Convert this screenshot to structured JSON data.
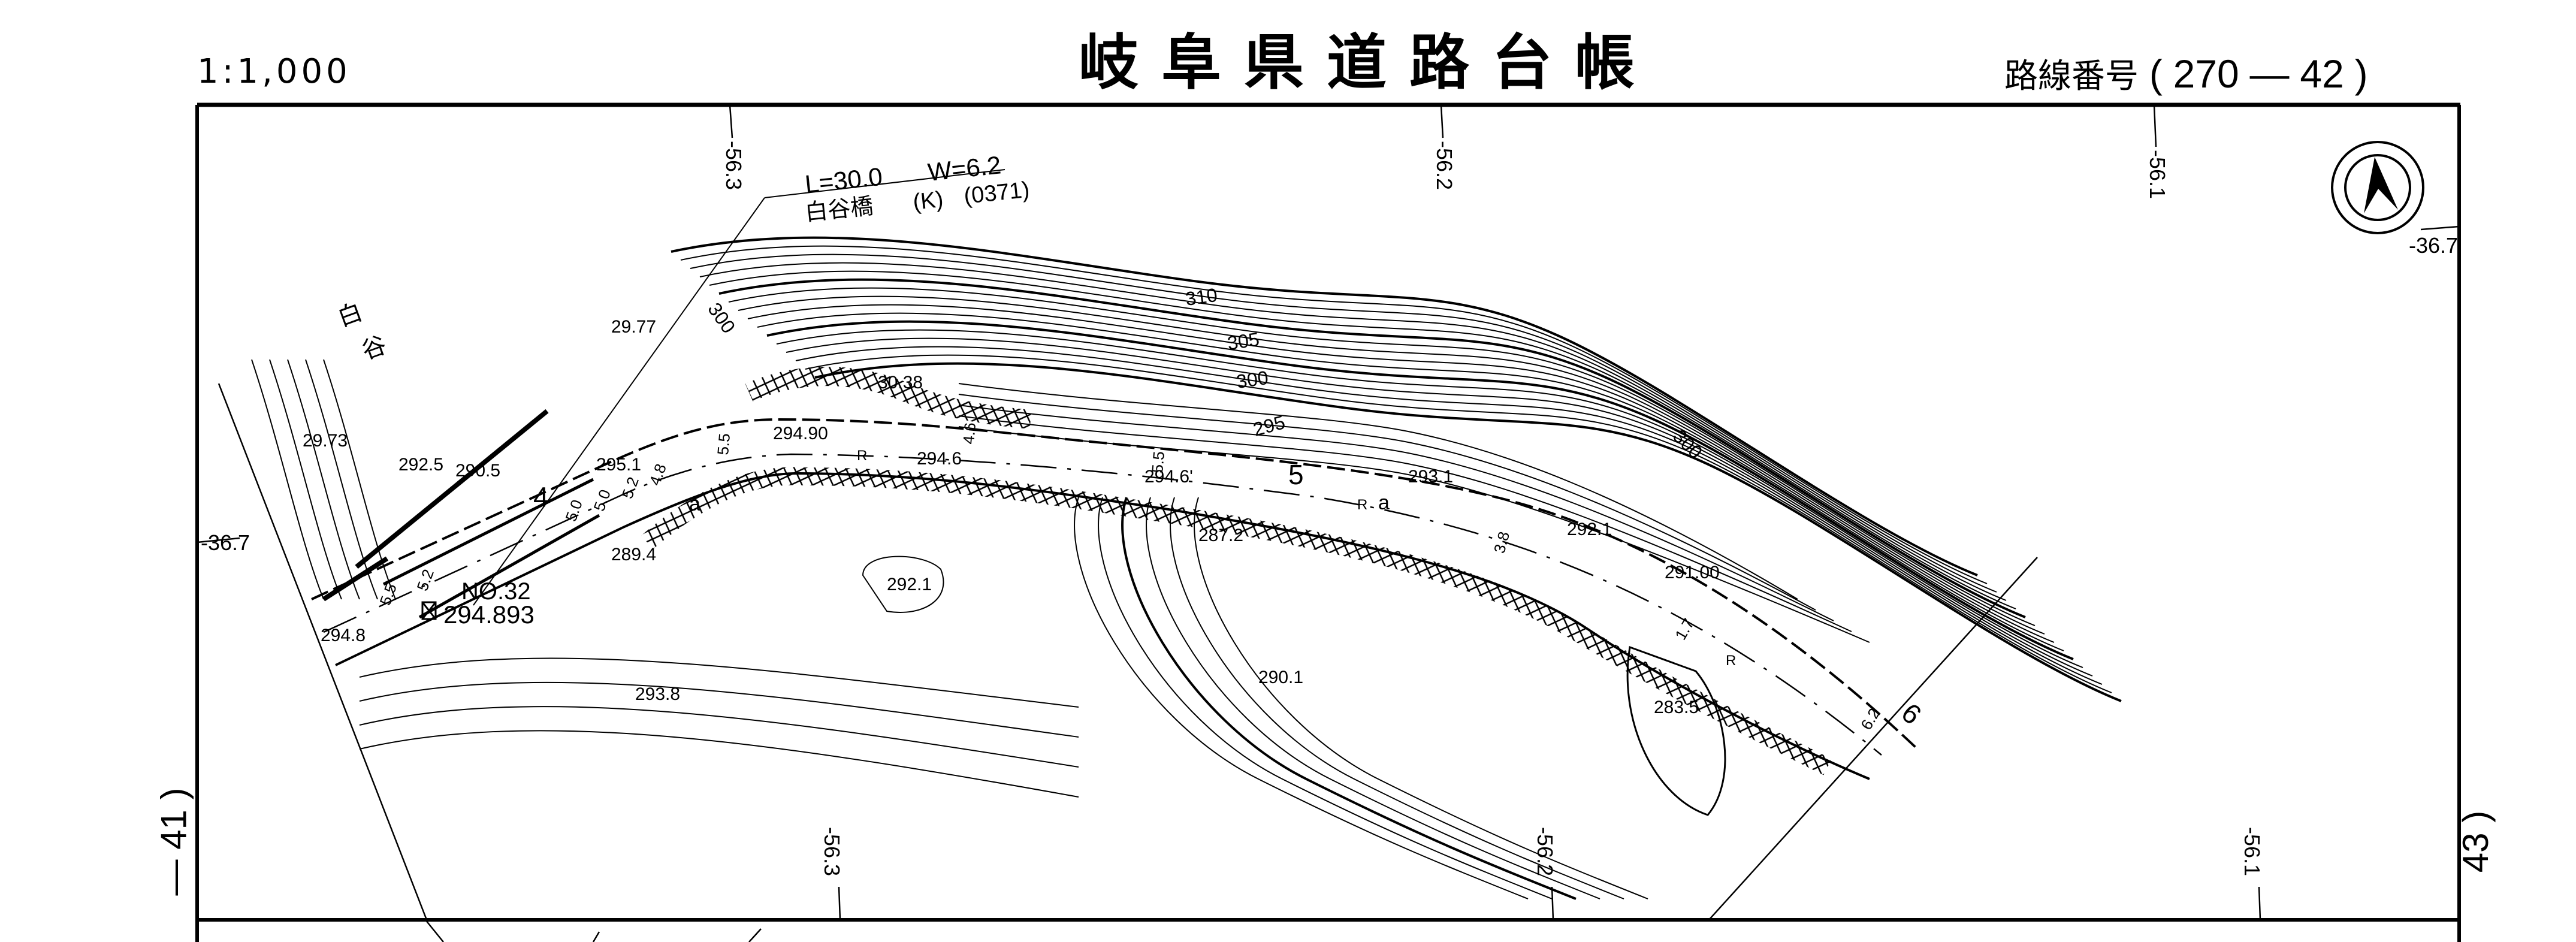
{
  "header": {
    "scale": "1:1,000",
    "title": "岐阜県道路台帳",
    "route_label": "路線番号",
    "route_open": "(",
    "route_number": "270",
    "route_dash": "—",
    "route_sheet": "42",
    "route_close": ")"
  },
  "adjacent_sheets": {
    "left": "— 41 )",
    "right": "43 )"
  },
  "grid_labels": {
    "top": [
      "-56.3",
      "-56.2",
      "-56.1"
    ],
    "bottom": [
      "-56.3",
      "-56.2",
      "-56.1"
    ],
    "left": "-36.7",
    "right": "-36.7"
  },
  "bridge": {
    "length": "L=30.0",
    "width": "W=6.2",
    "name": "白谷橋",
    "type": "(K)",
    "code": "(0371)"
  },
  "place_name": [
    "白",
    "谷"
  ],
  "benchmark": {
    "id": "NO.32",
    "elevation": "294.893"
  },
  "kilometer_posts": [
    "4",
    "5",
    "6"
  ],
  "spot_heights": [
    "29.77",
    "29.73",
    "292.5",
    "290.5",
    "295.1",
    "294.90",
    "30.38",
    "294.6",
    "294.6'",
    "293.1",
    "292.1",
    "291.00",
    "287.2",
    "289.4",
    "292.1",
    "294.8",
    "290.1",
    "293.8",
    "283.5"
  ],
  "contour_labels": [
    "310",
    "305",
    "300",
    "300",
    "300",
    "295"
  ],
  "road_widths": [
    "5.5",
    "5.2",
    "5.0",
    "4.8",
    "5.0",
    "5.2",
    "5.5",
    "4.6",
    "5.5",
    "3.8",
    "1.7",
    "6.2"
  ],
  "road_marks": [
    "R",
    "R",
    "R",
    "a",
    "a"
  ],
  "colors": {
    "ink": "#000000",
    "paper": "#ffffff"
  }
}
